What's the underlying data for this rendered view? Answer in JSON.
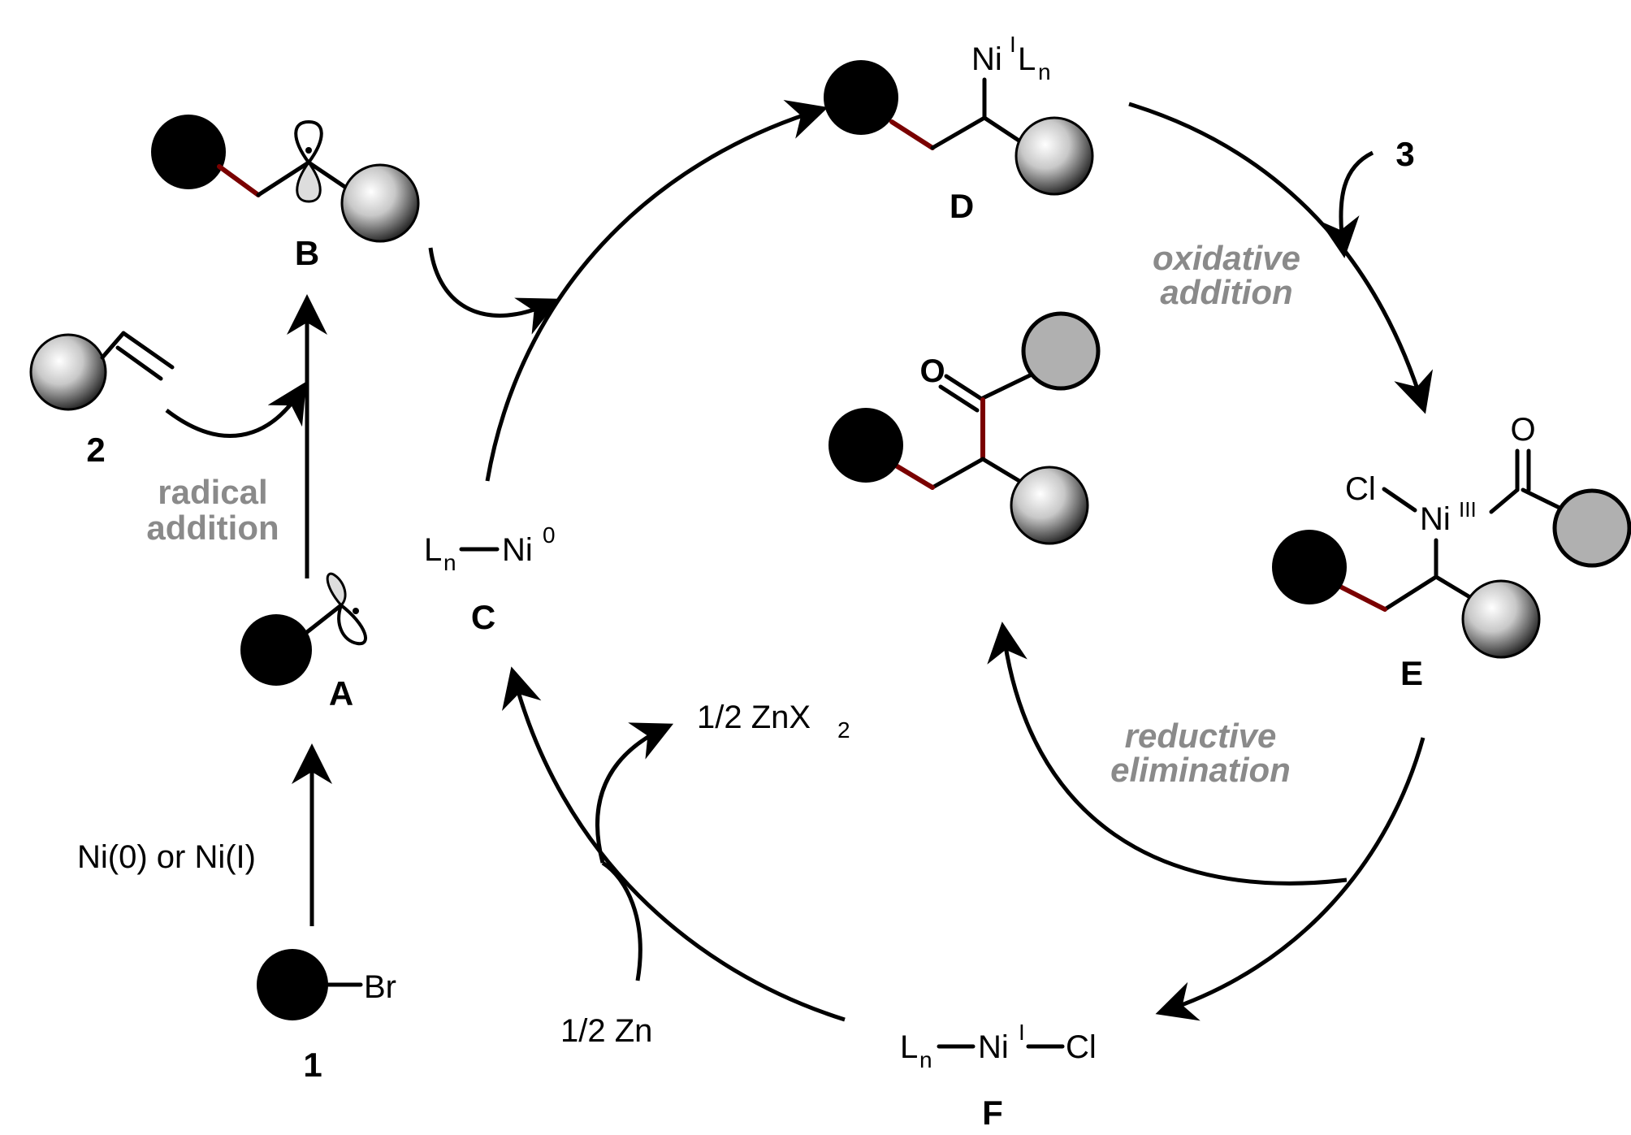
{
  "labels": {
    "cmpd_1": "1",
    "cmpd_2": "2",
    "cmpd_3": "3",
    "int_A": "A",
    "int_B": "B",
    "int_C": "C",
    "int_D": "D",
    "int_E": "E",
    "int_F": "F"
  },
  "reagents": {
    "ni_reductant": "Ni(0) or Ni(I)",
    "zn": "1/2 Zn",
    "znx2_main": "1/2 ZnX",
    "znx2_sub": "2",
    "br": "Br"
  },
  "steps": {
    "radical_1": "radical",
    "radical_2": "addition",
    "oxadd_1": "oxidative",
    "oxadd_2": "addition",
    "redelim_1": "reductive",
    "redelim_2": "elimination"
  },
  "species": {
    "C_L": "L",
    "C_n": "n",
    "C_Ni": "Ni",
    "C_ox": "0",
    "D_Ni": "Ni",
    "D_ox": "I",
    "D_L": "L",
    "D_n": "n",
    "E_Cl": "Cl",
    "E_Ni": "Ni",
    "E_ox": "III",
    "E_O": "O",
    "F_L": "L",
    "F_n": "n",
    "F_Ni": "Ni",
    "F_ox": "I",
    "F_Cl": "Cl",
    "P_O": "O"
  },
  "colors": {
    "new_bond": "#7a0000",
    "step_label": "#8a8a8a",
    "black_sphere": "#000000",
    "gray_sphere": "#b0b0b0"
  }
}
